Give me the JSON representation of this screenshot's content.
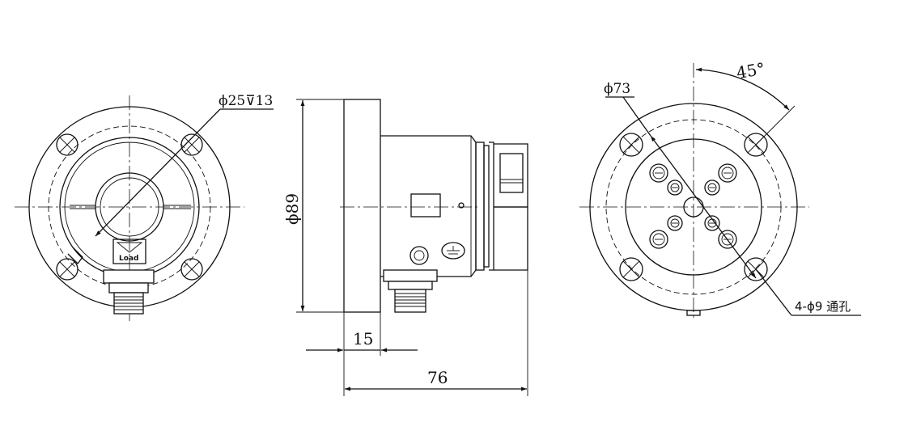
{
  "dimensions": {
    "bore_callout": "ϕ25⊽13",
    "flange_dia": "ϕ89",
    "flange_thickness": "15",
    "overall_length": "76",
    "pcd": "ϕ73",
    "angle": "45°",
    "holes_note": "4-ϕ9 通孔"
  },
  "labels": {
    "load_marking": "Load"
  }
}
